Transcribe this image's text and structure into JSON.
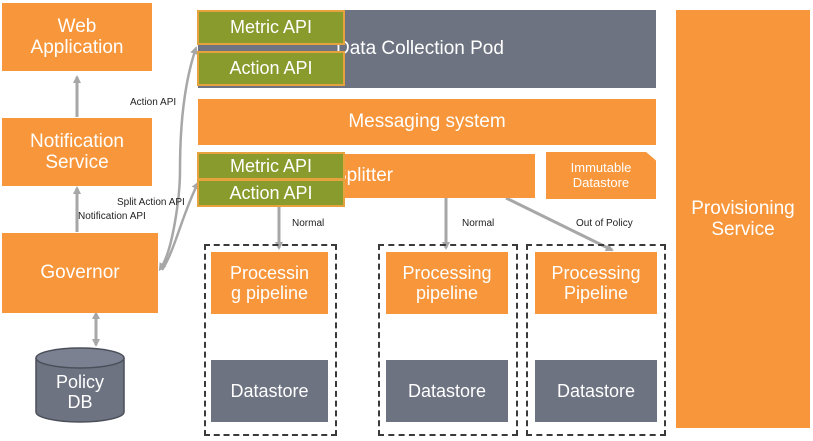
{
  "colors": {
    "orange": "#f7963a",
    "slate": "#6d7381",
    "green": "#8a9b2e",
    "arrow": "#a7a7a7"
  },
  "nodes": {
    "web_application": "Web\nApplication",
    "notification_service": "Notification\nService",
    "governor": "Governor",
    "policy_db": "Policy\nDB",
    "data_collection_pod": "Data Collection Pod",
    "messaging_system": "Messaging system",
    "splitter": "Splitter",
    "immutable_datastore": "Immutable\nDatastore",
    "provisioning_service": "Provisioning\nService",
    "metric_api_top": "Metric API",
    "action_api_top": "Action API",
    "metric_api_mid": "Metric API",
    "action_api_mid": "Action API",
    "processing_1": "Processin\ng pipeline",
    "processing_2": "Processing\npipeline",
    "processing_3": "Processing\nPipeline",
    "datastore_1": "Datastore",
    "datastore_2": "Datastore",
    "datastore_3": "Datastore"
  },
  "edge_labels": {
    "action_api": "Action API",
    "split_action_api": "Split Action API",
    "notification_api": "Notification API",
    "normal_1": "Normal",
    "normal_2": "Normal",
    "out_of_policy": "Out of Policy"
  }
}
